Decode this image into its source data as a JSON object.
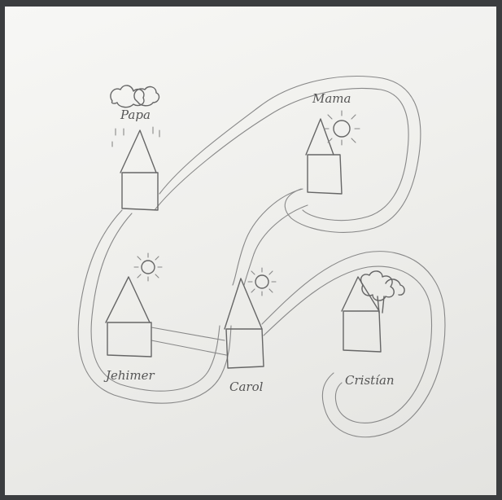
{
  "image": {
    "kind": "hand-drawn sketch on paper",
    "colors": {
      "background": "#3b3d3f",
      "paper": "#f2f2ef",
      "pencil": "#666666"
    }
  },
  "houses": [
    {
      "name": "Papa",
      "weather": "cloud-icon"
    },
    {
      "name": "Mama",
      "weather": "sun-icon"
    },
    {
      "name": "Jehimer",
      "weather": "sun-icon"
    },
    {
      "name": "Carol",
      "weather": "sun-icon"
    },
    {
      "name": "Cristian",
      "weather": "tree-icon"
    }
  ],
  "labels": {
    "papa": "Papa",
    "mama": "Mama",
    "jehimer": "Jehimer",
    "carol": "Carol",
    "cristian": "Cristían"
  }
}
